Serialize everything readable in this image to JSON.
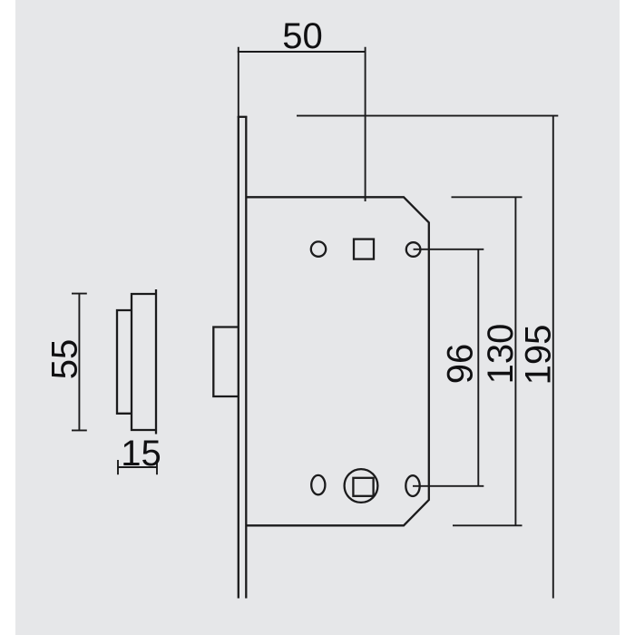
{
  "drawing": {
    "kind": "technical-dimension-drawing",
    "subject": "mortise-lock-body-with-faceplate",
    "views": {
      "main_view": "front elevation of lock case with faceplate and latch bolt",
      "side_view": "faceplate cross-section at left"
    },
    "colors": {
      "page_background": "#ffffff",
      "canvas_background": "#e6e7e9",
      "line": "#1b1b1c",
      "text": "#101012"
    },
    "dimensions": {
      "backset": "50",
      "faceplate_length": "195",
      "case_length": "130",
      "hole_centers": "96",
      "faceplate_width": "55",
      "faceplate_depth": "15"
    }
  }
}
